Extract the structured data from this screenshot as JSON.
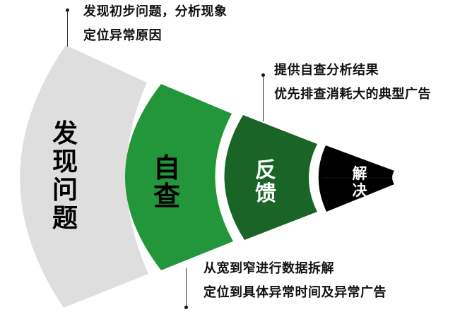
{
  "diagram": {
    "type": "funnel-fan",
    "stages": [
      {
        "label": "发现问题",
        "chars": [
          "发",
          "现",
          "问",
          "题"
        ],
        "color": "#dedede",
        "text_color": "#000000"
      },
      {
        "label": "自查",
        "chars": [
          "自",
          "查"
        ],
        "color": "#23963c",
        "text_color": "#000000"
      },
      {
        "label": "反馈",
        "chars": [
          "反",
          "馈"
        ],
        "color": "#1a6427",
        "text_color": "#ffffff"
      },
      {
        "label": "解决",
        "chars": [
          "解",
          "决"
        ],
        "color": "#000000",
        "text_color": "#ffffff"
      }
    ],
    "annotations": [
      {
        "stage": "发现问题",
        "lines": [
          "发现初步问题，分析现象",
          "定位异常原因"
        ]
      },
      {
        "stage": "反馈",
        "lines": [
          "提供自查分析结果",
          "优先排查消耗大的典型广告"
        ]
      },
      {
        "stage": "自查",
        "lines": [
          "从宽到窄进行数据拆解",
          "定位到具体异常时间及异常广告"
        ]
      }
    ]
  }
}
